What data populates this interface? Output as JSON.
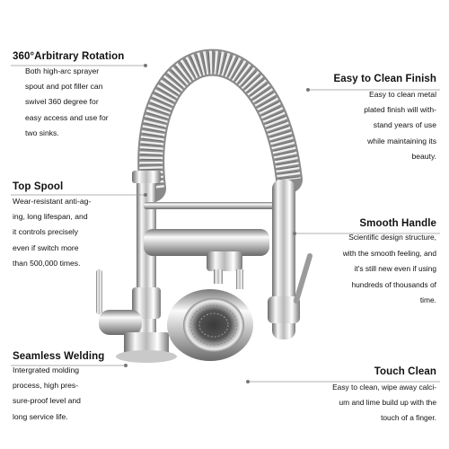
{
  "features": {
    "rotation": {
      "title": "360°Arbitrary Rotation",
      "lines": [
        "Both high-arc sprayer",
        "spout and pot filler can",
        "swivel 360 degree for",
        "easy access and use for",
        "two sinks."
      ]
    },
    "top_spool": {
      "title": "Top Spool",
      "lines": [
        "Wear-resistant anti-ag-",
        "ing, long lifespan, and",
        "it controls precisely",
        "even if switch more",
        "than 500,000 times."
      ]
    },
    "seamless_welding": {
      "title": "Seamless Welding",
      "lines": [
        "Intergrated molding",
        "process, high pres-",
        "sure-proof level and",
        "long service life."
      ]
    },
    "easy_clean": {
      "title": "Easy to Clean Finish",
      "lines": [
        "Easy to clean metal",
        "plated finish will with-",
        "stand years of use",
        "while maintaining its",
        "beauty."
      ]
    },
    "smooth_handle": {
      "title": "Smooth Handle",
      "lines": [
        "Scientific design structure,",
        "with the smooth feeling, and",
        "it's still new even if using",
        "hundreds of thousands of",
        "time."
      ]
    },
    "touch_clean": {
      "title": "Touch Clean",
      "lines": [
        "Easy to clean, wipe away calci-",
        "um and lime build up with the",
        "touch of a finger."
      ]
    }
  },
  "colors": {
    "text": "#111111",
    "leader": "#999999",
    "chrome_light": "#f4f4f4",
    "chrome_mid": "#b8b8b8",
    "chrome_dark": "#6e6e6e"
  },
  "image": {
    "subject": "chrome-pull-down-spring-kitchen-faucet"
  }
}
